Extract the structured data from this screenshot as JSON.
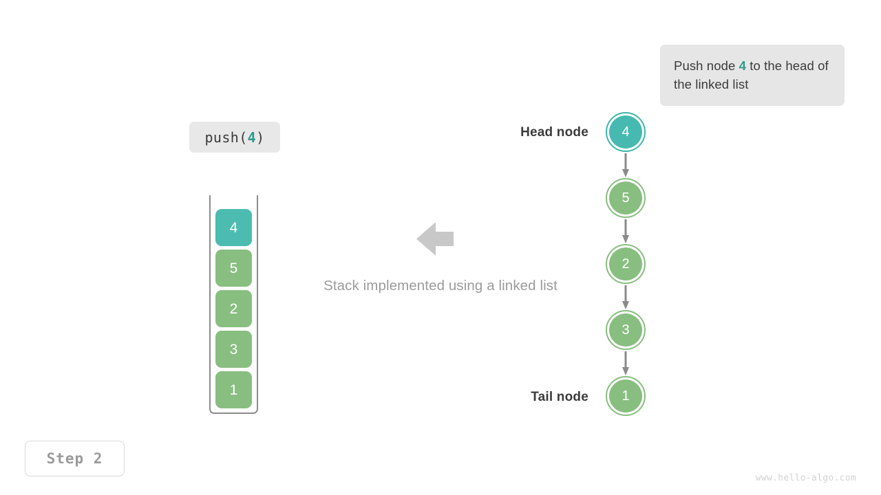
{
  "callout": {
    "text_before": "Push node ",
    "highlight": "4",
    "text_after": " to the head of the linked list"
  },
  "operation": {
    "prefix": "push(",
    "argument": "4",
    "suffix": ")"
  },
  "stack": {
    "title": "stack-container",
    "cells": [
      {
        "value": "4",
        "color": "#4cbcb0",
        "state": "new"
      },
      {
        "value": "5",
        "color": "#88be80",
        "state": "existing"
      },
      {
        "value": "2",
        "color": "#88be80",
        "state": "existing"
      },
      {
        "value": "3",
        "color": "#88be80",
        "state": "existing"
      },
      {
        "value": "1",
        "color": "#88be80",
        "state": "existing"
      }
    ]
  },
  "center": {
    "caption": "Stack implemented using a linked list",
    "arrow_direction": "left",
    "arrow_color": "#c8c8c8"
  },
  "linked_list": {
    "head_label": "Head node",
    "tail_label": "Tail node",
    "nodes": [
      {
        "value": "4",
        "color": "#46bab0",
        "state": "new"
      },
      {
        "value": "5",
        "color": "#88be80",
        "state": "existing"
      },
      {
        "value": "2",
        "color": "#88be80",
        "state": "existing"
      },
      {
        "value": "3",
        "color": "#88be80",
        "state": "existing"
      },
      {
        "value": "1",
        "color": "#88be80",
        "state": "existing"
      }
    ]
  },
  "footer": {
    "step_label": "Step 2",
    "watermark": "www.hello-algo.com"
  },
  "colors": {
    "accent_teal": "#4cbcb0",
    "accent_teal_dark": "#2e9a8c",
    "node_green": "#88be80",
    "gray_text": "#9b9b9b",
    "dark_text": "#3b3b3b"
  }
}
